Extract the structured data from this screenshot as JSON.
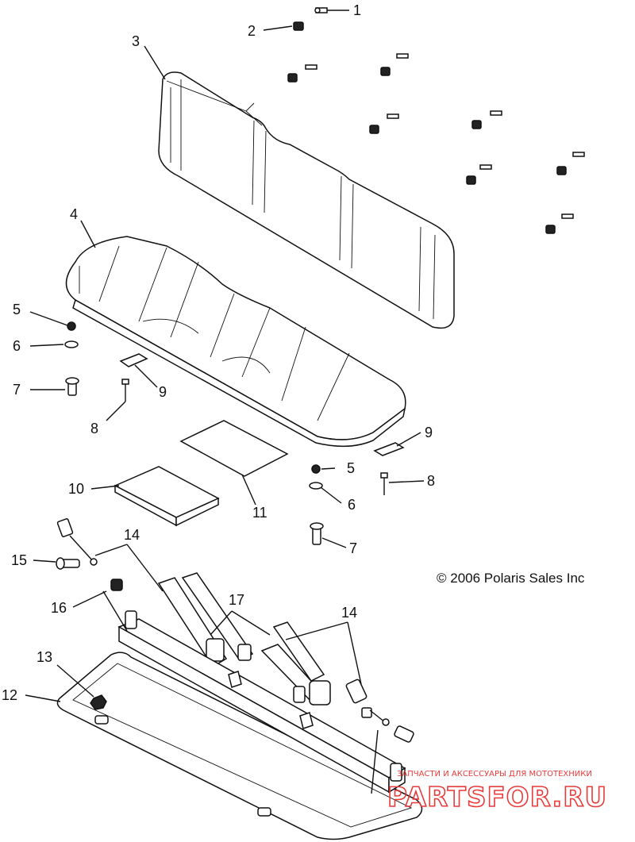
{
  "diagram": {
    "callouts": {
      "c1": "1",
      "c2": "2",
      "c3": "3",
      "c4": "4",
      "c5a": "5",
      "c6a": "6",
      "c7a": "7",
      "c8a": "8",
      "c9a": "9",
      "c9b": "9",
      "c5b": "5",
      "c8b": "8",
      "c6b": "6",
      "c7b": "7",
      "c10": "10",
      "c11": "11",
      "c14a": "14",
      "c15": "15",
      "c16": "16",
      "c17": "17",
      "c14b": "14",
      "c13": "13",
      "c12": "12"
    },
    "copyright": "© 2006 Polaris Sales Inc",
    "watermark": {
      "tagline": "ЗАПЧАСТИ И АКСЕССУАРЫ ДЛЯ МОТОТЕХНИКИ",
      "brand": "PARTSFOR.RU",
      "color": "#e83b3b"
    }
  }
}
